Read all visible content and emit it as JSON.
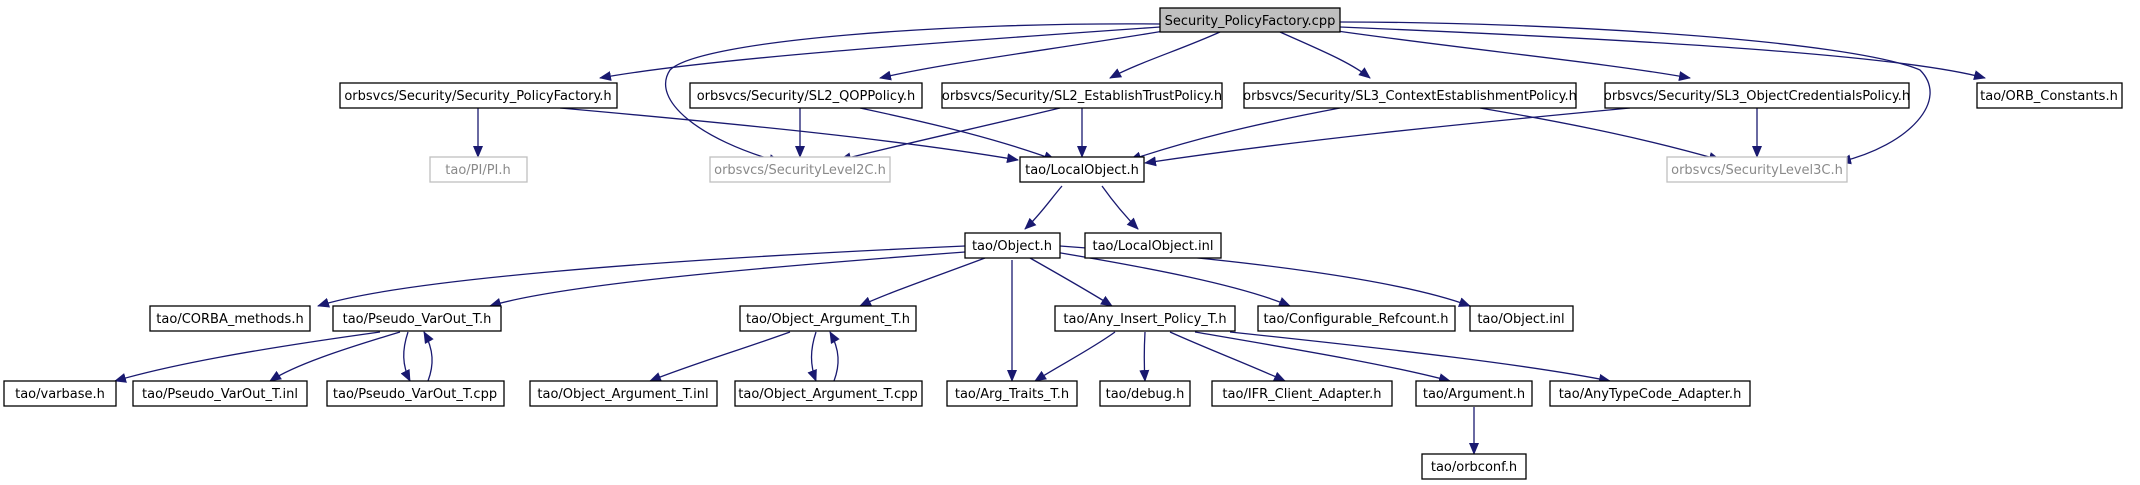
{
  "colors": {
    "edge": "#191970",
    "border": "#000000",
    "dim_border": "#bfbfbf",
    "root_fill": "#bfbfbf",
    "fill": "#ffffff"
  },
  "nodes": {
    "root": "Security_PolicyFactory.cpp",
    "spf_h": "orbsvcs/Security/Security_PolicyFactory.h",
    "sl2_qop": "orbsvcs/Security/SL2_QOPPolicy.h",
    "sl2_etp": "orbsvcs/Security/SL2_EstablishTrustPolicy.h",
    "sl3_cep": "orbsvcs/Security/SL3_ContextEstablishmentPolicy.h",
    "sl3_ocp": "orbsvcs/Security/SL3_ObjectCredentialsPolicy.h",
    "orb_constants": "tao/ORB_Constants.h",
    "pi_h": "tao/PI/PI.h",
    "seclevel2c": "orbsvcs/SecurityLevel2C.h",
    "localobject_h": "tao/LocalObject.h",
    "seclevel3c": "orbsvcs/SecurityLevel3C.h",
    "object_h": "tao/Object.h",
    "localobject_inl": "tao/LocalObject.inl",
    "corba_methods": "tao/CORBA_methods.h",
    "pseudo_varout_h": "tao/Pseudo_VarOut_T.h",
    "object_argument_h": "tao/Object_Argument_T.h",
    "any_insert_policy": "tao/Any_Insert_Policy_T.h",
    "configurable_refcount": "tao/Configurable_Refcount.h",
    "object_inl": "tao/Object.inl",
    "varbase": "tao/varbase.h",
    "pseudo_varout_inl": "tao/Pseudo_VarOut_T.inl",
    "pseudo_varout_cpp": "tao/Pseudo_VarOut_T.cpp",
    "object_argument_inl": "tao/Object_Argument_T.inl",
    "object_argument_cpp": "tao/Object_Argument_T.cpp",
    "arg_traits": "tao/Arg_Traits_T.h",
    "debug": "tao/debug.h",
    "ifr_client_adapter": "tao/IFR_Client_Adapter.h",
    "argument": "tao/Argument.h",
    "anytypecode_adapter": "tao/AnyTypeCode_Adapter.h",
    "orbconf": "tao/orbconf.h"
  }
}
